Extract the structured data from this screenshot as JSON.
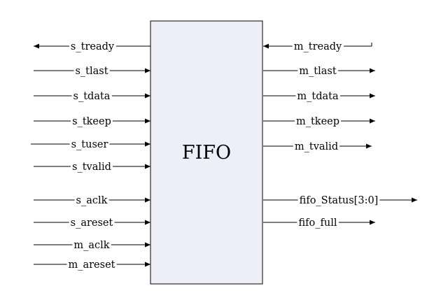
{
  "block": {
    "label": "FIFO",
    "fill": "#eeeef8",
    "stroke": "#000000"
  },
  "left_ports": [
    {
      "id": "s_tready",
      "label": "s_tready",
      "direction": "out"
    },
    {
      "id": "s_tlast",
      "label": "s_tlast",
      "direction": "in"
    },
    {
      "id": "s_tdata",
      "label": "s_tdata",
      "direction": "in"
    },
    {
      "id": "s_tkeep",
      "label": "s_tkeep",
      "direction": "in"
    },
    {
      "id": "s_tuser",
      "label": "s_tuser",
      "direction": "in"
    },
    {
      "id": "s_tvalid",
      "label": "s_tvalid",
      "direction": "in"
    },
    {
      "id": "s_aclk",
      "label": "s_aclk",
      "direction": "in"
    },
    {
      "id": "s_areset",
      "label": "s_areset",
      "direction": "in"
    },
    {
      "id": "m_aclk",
      "label": "m_aclk",
      "direction": "in"
    },
    {
      "id": "m_areset",
      "label": "m_areset",
      "direction": "in"
    }
  ],
  "right_ports": [
    {
      "id": "m_tready",
      "label": "m_tready",
      "direction": "in"
    },
    {
      "id": "m_tlast",
      "label": "m_tlast",
      "direction": "out"
    },
    {
      "id": "m_tdata",
      "label": "m_tdata",
      "direction": "out"
    },
    {
      "id": "m_tkeep",
      "label": "m_tkeep",
      "direction": "out"
    },
    {
      "id": "m_tvalid",
      "label": "m_tvalid",
      "direction": "out"
    },
    {
      "id": "fifo_status",
      "label": "fifo_Status[3:0]",
      "direction": "out"
    },
    {
      "id": "fifo_full",
      "label": "fifo_full",
      "direction": "out"
    }
  ]
}
